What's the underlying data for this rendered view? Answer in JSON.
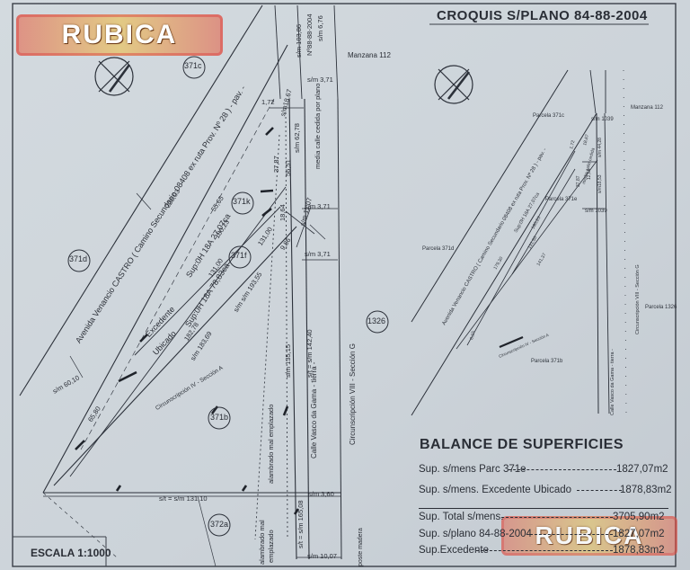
{
  "header": {
    "title": "CROQUIS S/PLANO 84-88-2004",
    "watermark": "RUBICA"
  },
  "left_plan": {
    "parcels": [
      "371c",
      "371d",
      "371k",
      "371f",
      "371b",
      "372a",
      "1326"
    ],
    "street_main": "Avenida Venancio CASTRO ( Camino Secundario 08408 ex ruta Prov. Nº 28 ) - pav. -",
    "street_vasco": "Calle Vasco da Gama - tierra -",
    "circunscripcion": "Circunscripción VIII - Sección G",
    "manzana": "Manzana 112",
    "sup_371f": "Sup:0H 18A 27,07ca",
    "sup_excedente": "Sup:0H 18A 78,83ca",
    "excedente_label": "Excedente",
    "ubicado_label": "Ubicado",
    "media_calle": "media calle cedida por plano",
    "plano": "Nº88-88-2004",
    "alambrado_1": "alambrado mal emplazado",
    "alambrado_2": "alambrado mal",
    "alambrado_3": "emplazado",
    "poste": "poste madera",
    "circ_small": "Circunscripción IV - Sección A",
    "dims": {
      "d228": "228,03",
      "d5565": "55,65",
      "d18023": "180,23",
      "d13100": "131,00",
      "d18278": "182,78",
      "d18369": "s/m 183,69",
      "d19355": "s/m s/m 193,55",
      "d6010": "s/m 60,10",
      "d6580": "65,80",
      "d13110": "s/t = s/m 131,10",
      "d360": "s/m 3,60",
      "d13515": "s/m 135,15",
      "d14240": "s/t = s/m 142,40",
      "d16508": "s/t = s/m 165,08",
      "d1007": "s/m 10,07",
      "d371a": "s/m 3,71",
      "d371b": "s/m 3,71",
      "d371c": "s/m 3,71",
      "d1107": "s/m 11,07",
      "d1864": "18,64",
      "d986": "9,86",
      "d13100b": "131,00",
      "d3787": "37,87",
      "d5651": "56,51",
      "d6278": "s/m 62,78",
      "d1867": "s/m18,67",
      "d172": "1,72",
      "d10386": "s/m 103,86",
      "d676": "s/m 6,76"
    }
  },
  "right_plan": {
    "parcela_371": "Parcela 371c",
    "parcela_371d": "Parcela 371d",
    "parcela_371e": "Parcela 371e",
    "parcela_371b": "Parcela 371b",
    "parcela_1326": "Parcela 1326",
    "manzana": "Manzana 112",
    "street_main": "Avenida Venancio CASTRO ( Camino Secundario 08408 ex ruta Prov. Nº 28 ) - pav. -",
    "street_vasco": "Calle Vasco da Gama - tierra -",
    "circunscripcion": "Circunscripción VIII - Sección G",
    "circ_small": "Circunscripción IV - Sección A",
    "sup": "Sup:0H 18A 27,07ca",
    "sm1039a": "s/m 1039",
    "sm1039b": "s/m 1039",
    "sm4428": "s/m 44,28",
    "sm1853": "s/m18,53",
    "d3787": "37,87",
    "d1264": "12,64",
    "d17530": "179,30",
    "d14137": "141,37",
    "d13150": "131,50",
    "d18023": "180,23",
    "media": "media calle cedida",
    "d172": "1,72",
    "d1867": "18,67",
    "d615": "6,15"
  },
  "balance": {
    "title": "BALANCE DE SUPERFICIES",
    "rows": [
      {
        "label": "Sup. s/mens Parc 371e",
        "value": "1827,07m2"
      },
      {
        "label": "Sup. s/mens. Excedente Ubicado",
        "value": "1878,83m2"
      },
      {
        "label": "Sup. Total s/mens.",
        "value": "3705,90m2"
      },
      {
        "label": "Sup. s/plano 84-88-2004",
        "value": "1827,07m2"
      },
      {
        "label": "Sup.Excedente",
        "value": "1878,83m2"
      }
    ]
  },
  "scale": "ESCALA 1:1000"
}
